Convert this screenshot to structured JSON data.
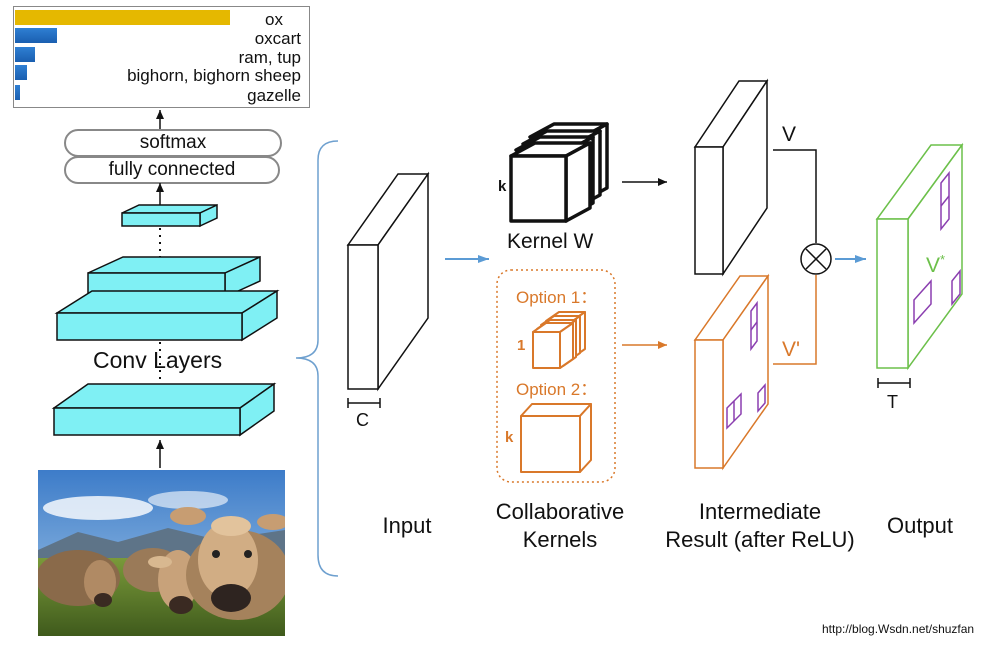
{
  "predictions": {
    "labels": [
      "ox",
      "oxcart",
      "ram, tup",
      "bighorn, bighorn sheep",
      "gazelle"
    ],
    "scores": [
      0.75,
      0.14,
      0.07,
      0.04,
      0.02
    ],
    "top_color": "#e5b800",
    "other_color": "#2f7fd3"
  },
  "network": {
    "softmax": "softmax",
    "fully_connected": "fully connected",
    "conv_layers": "Conv Layers",
    "layer_color": "#7ff0f4"
  },
  "diagram": {
    "input_dim": "C",
    "kernel_dim": "k",
    "kernel_label": "Kernel W",
    "option1_label": "Option 1：",
    "option1_dim": "1",
    "option2_label": "Option 2：",
    "option2_dim": "k",
    "v_label": "V",
    "v_prime_label": "V'",
    "v_star_label": "V",
    "v_star_sup": "*",
    "output_dim": "T",
    "captions": {
      "input": "Input",
      "collab_line1": "Collaborative",
      "collab_line2": "Kernels",
      "inter_line1": "Intermediate",
      "inter_line2": "Result (after ReLU)",
      "output": "Output"
    },
    "colors": {
      "orange": "#d9782a",
      "green": "#6cc04a",
      "purple": "#8b3fb0",
      "arrow_blue": "#5b9bd5"
    }
  },
  "watermark": "http://blog.Wsdn.net/shuzfan"
}
